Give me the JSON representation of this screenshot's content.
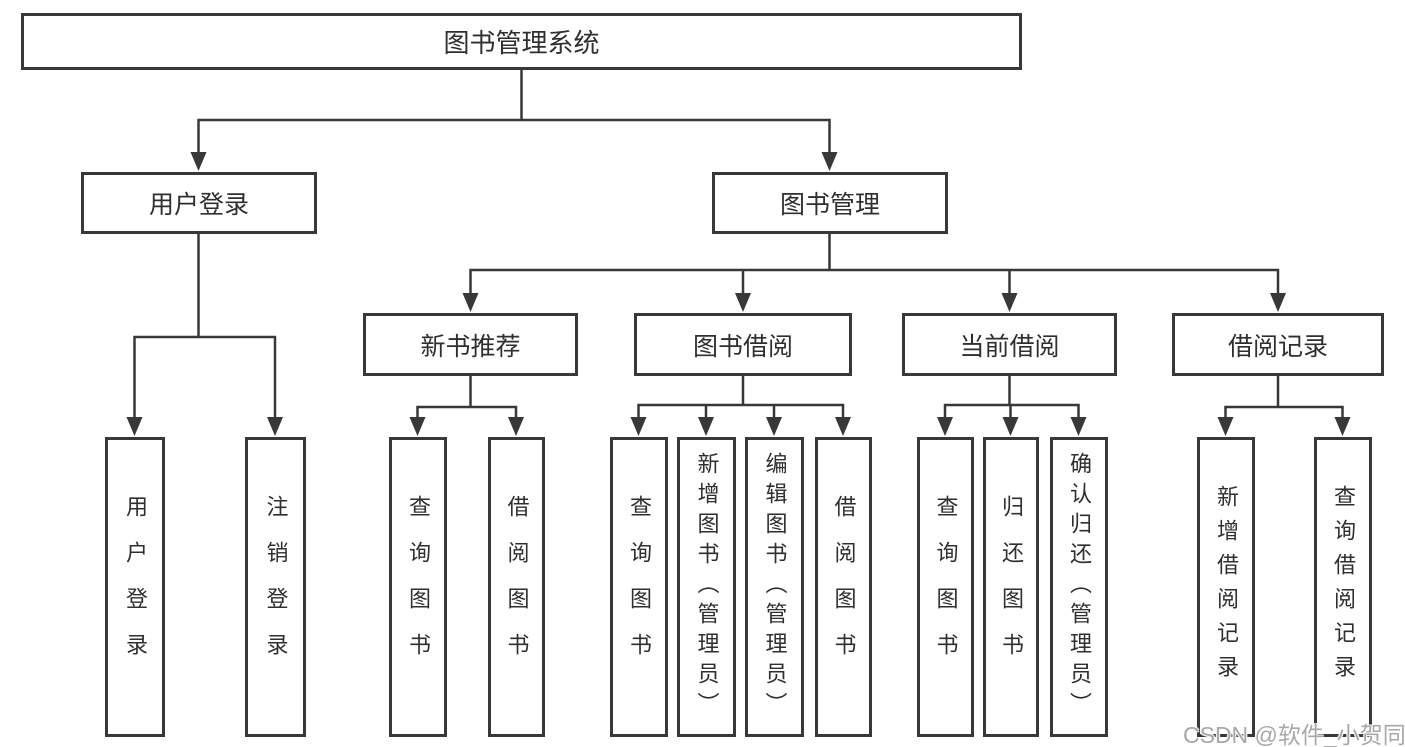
{
  "tree": {
    "label": "图书管理系统",
    "children": [
      {
        "label": "用户登录",
        "children": [
          {
            "label": "用户登录"
          },
          {
            "label": "注销登录"
          }
        ]
      },
      {
        "label": "图书管理",
        "children": [
          {
            "label": "新书推荐",
            "children": [
              {
                "label": "查询图书"
              },
              {
                "label": "借阅图书"
              }
            ]
          },
          {
            "label": "图书借阅",
            "children": [
              {
                "label": "查询图书"
              },
              {
                "label": "新增图书（管理员）"
              },
              {
                "label": "编辑图书（管理员）"
              },
              {
                "label": "借阅图书"
              }
            ]
          },
          {
            "label": "当前借阅",
            "children": [
              {
                "label": "查询图书"
              },
              {
                "label": "归还图书"
              },
              {
                "label": "确认归还（管理员）"
              }
            ]
          },
          {
            "label": "借阅记录",
            "children": [
              {
                "label": "新增借阅记录"
              },
              {
                "label": "查询借阅记录"
              }
            ]
          }
        ]
      }
    ]
  },
  "watermark": {
    "text": "CSDN @软件_小贺同学"
  },
  "colors": {
    "line": "#383838",
    "text": "#2f2f2f",
    "background": "#ffffff",
    "watermark": "#a8a8a8"
  }
}
